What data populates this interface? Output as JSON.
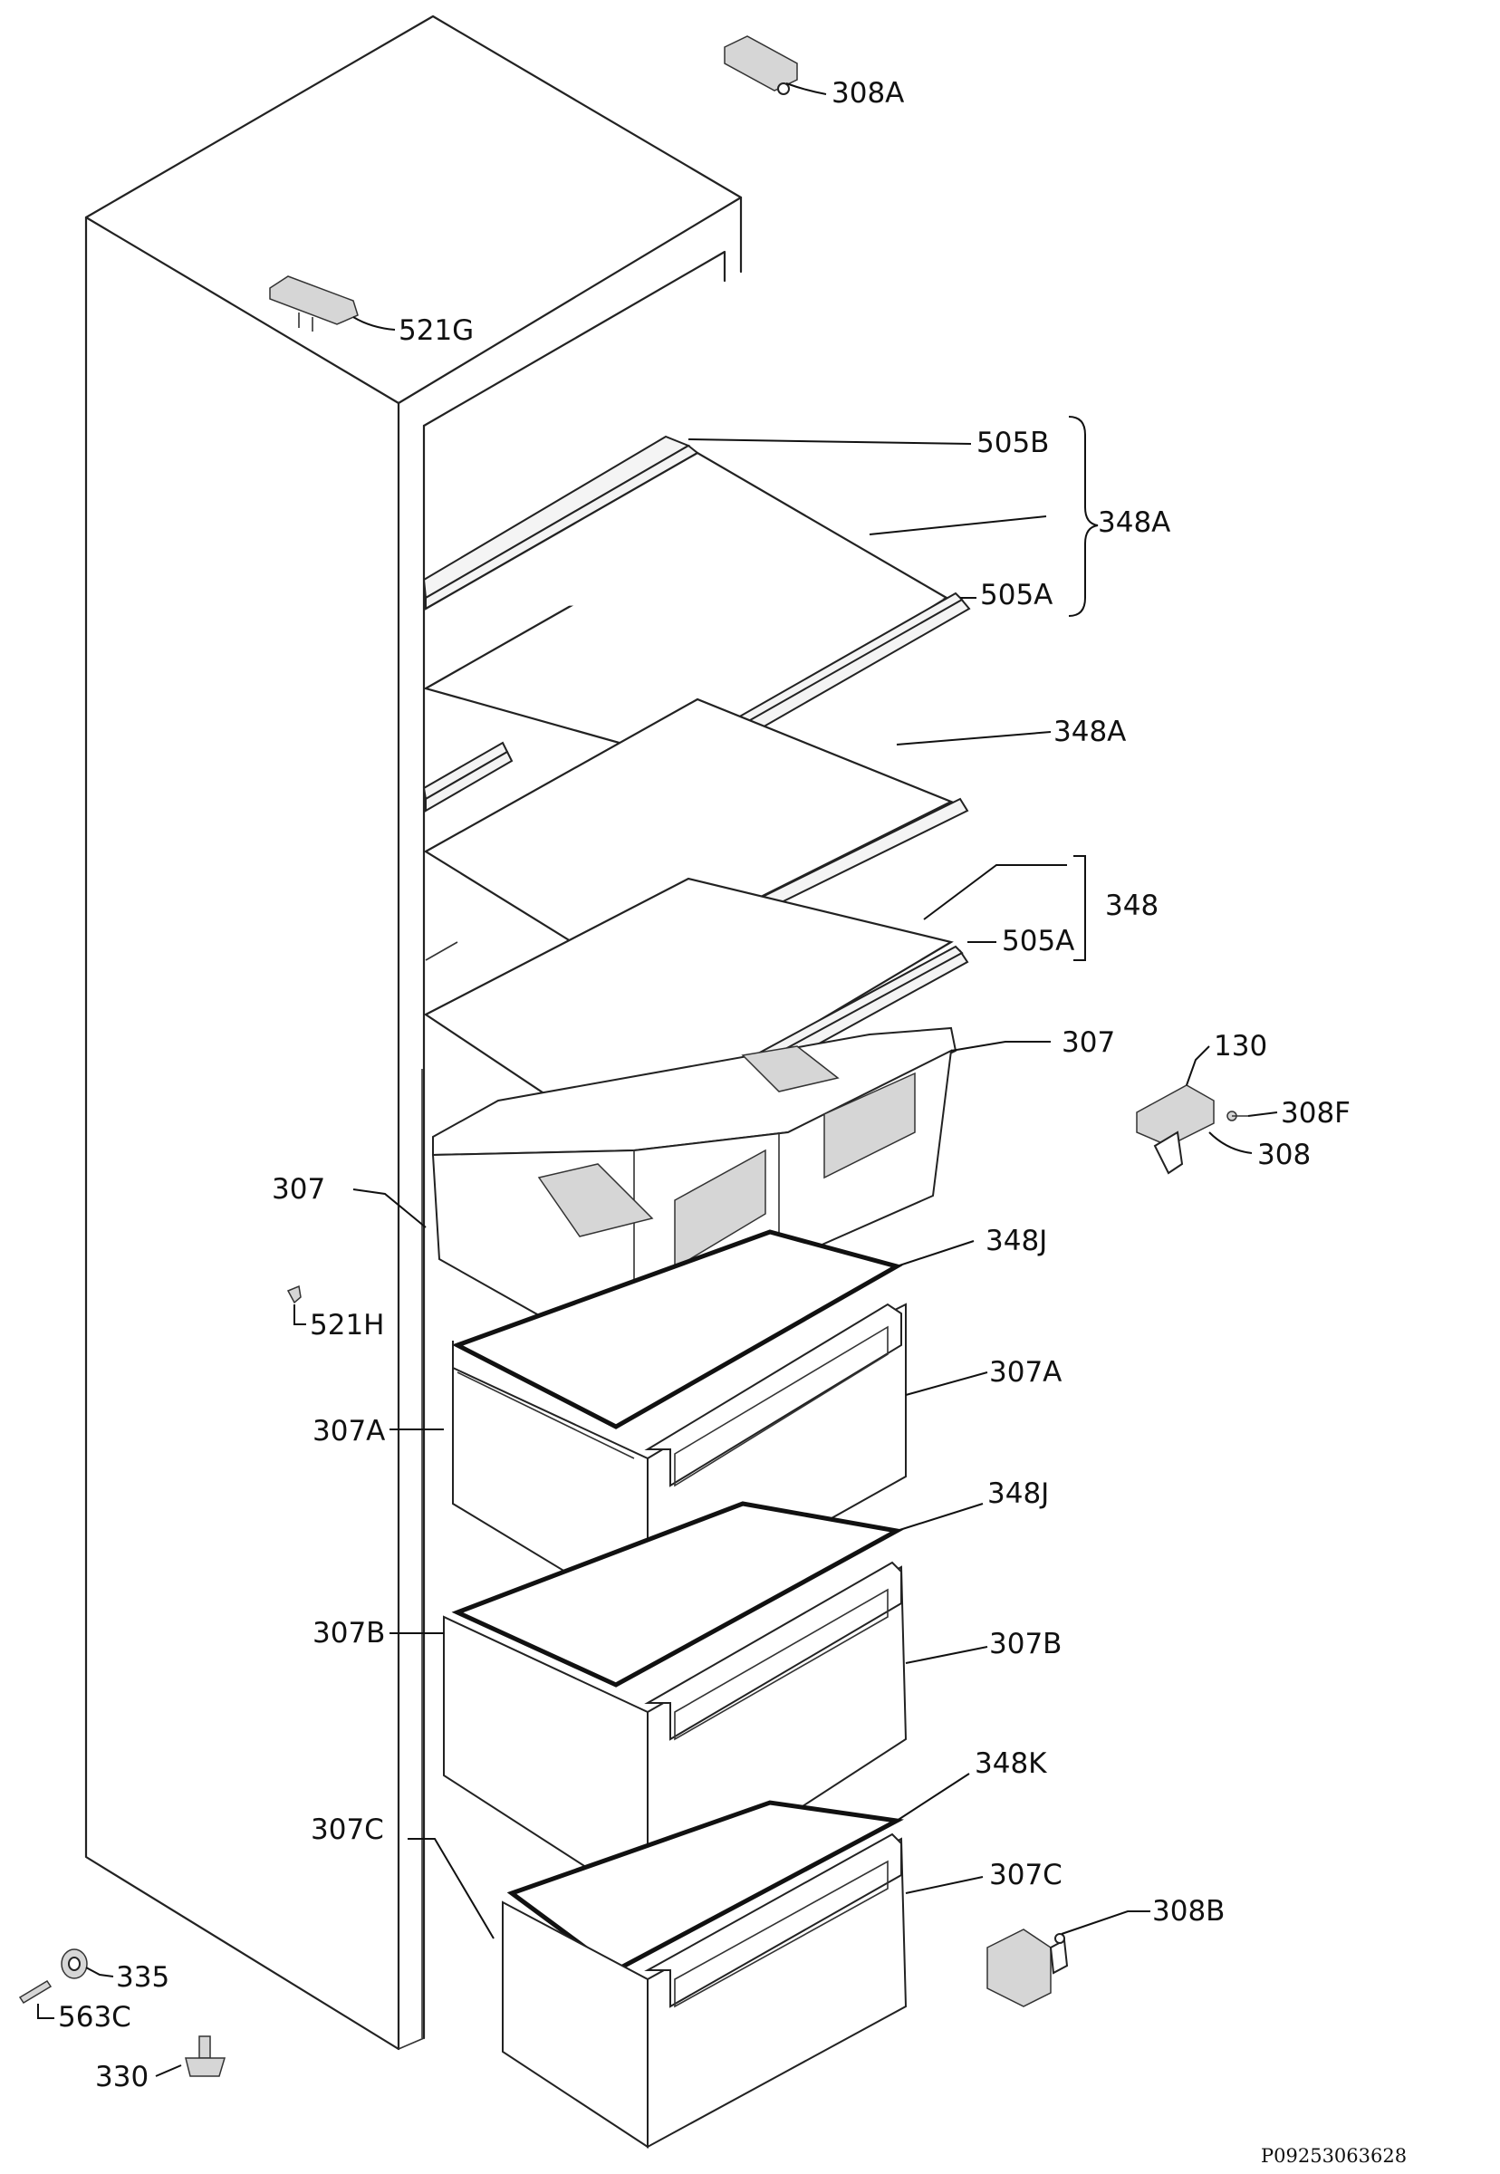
{
  "labels": {
    "308A": "308A",
    "521G": "521G",
    "505B": "505B",
    "348A_1": "348A",
    "505A_1": "505A",
    "348A_2": "348A",
    "348": "348",
    "505A_2": "505A",
    "307_r": "307",
    "130": "130",
    "308F": "308F",
    "308": "308",
    "307_l": "307",
    "348J_1": "348J",
    "521H": "521H",
    "307A_r": "307A",
    "307A_l": "307A",
    "348J_2": "348J",
    "307B_l": "307B",
    "307B_r": "307B",
    "348K": "348K",
    "307C_l": "307C",
    "307C_r": "307C",
    "308B": "308B",
    "335": "335",
    "563C": "563C",
    "330": "330"
  },
  "drawing_code": "P09253063628"
}
